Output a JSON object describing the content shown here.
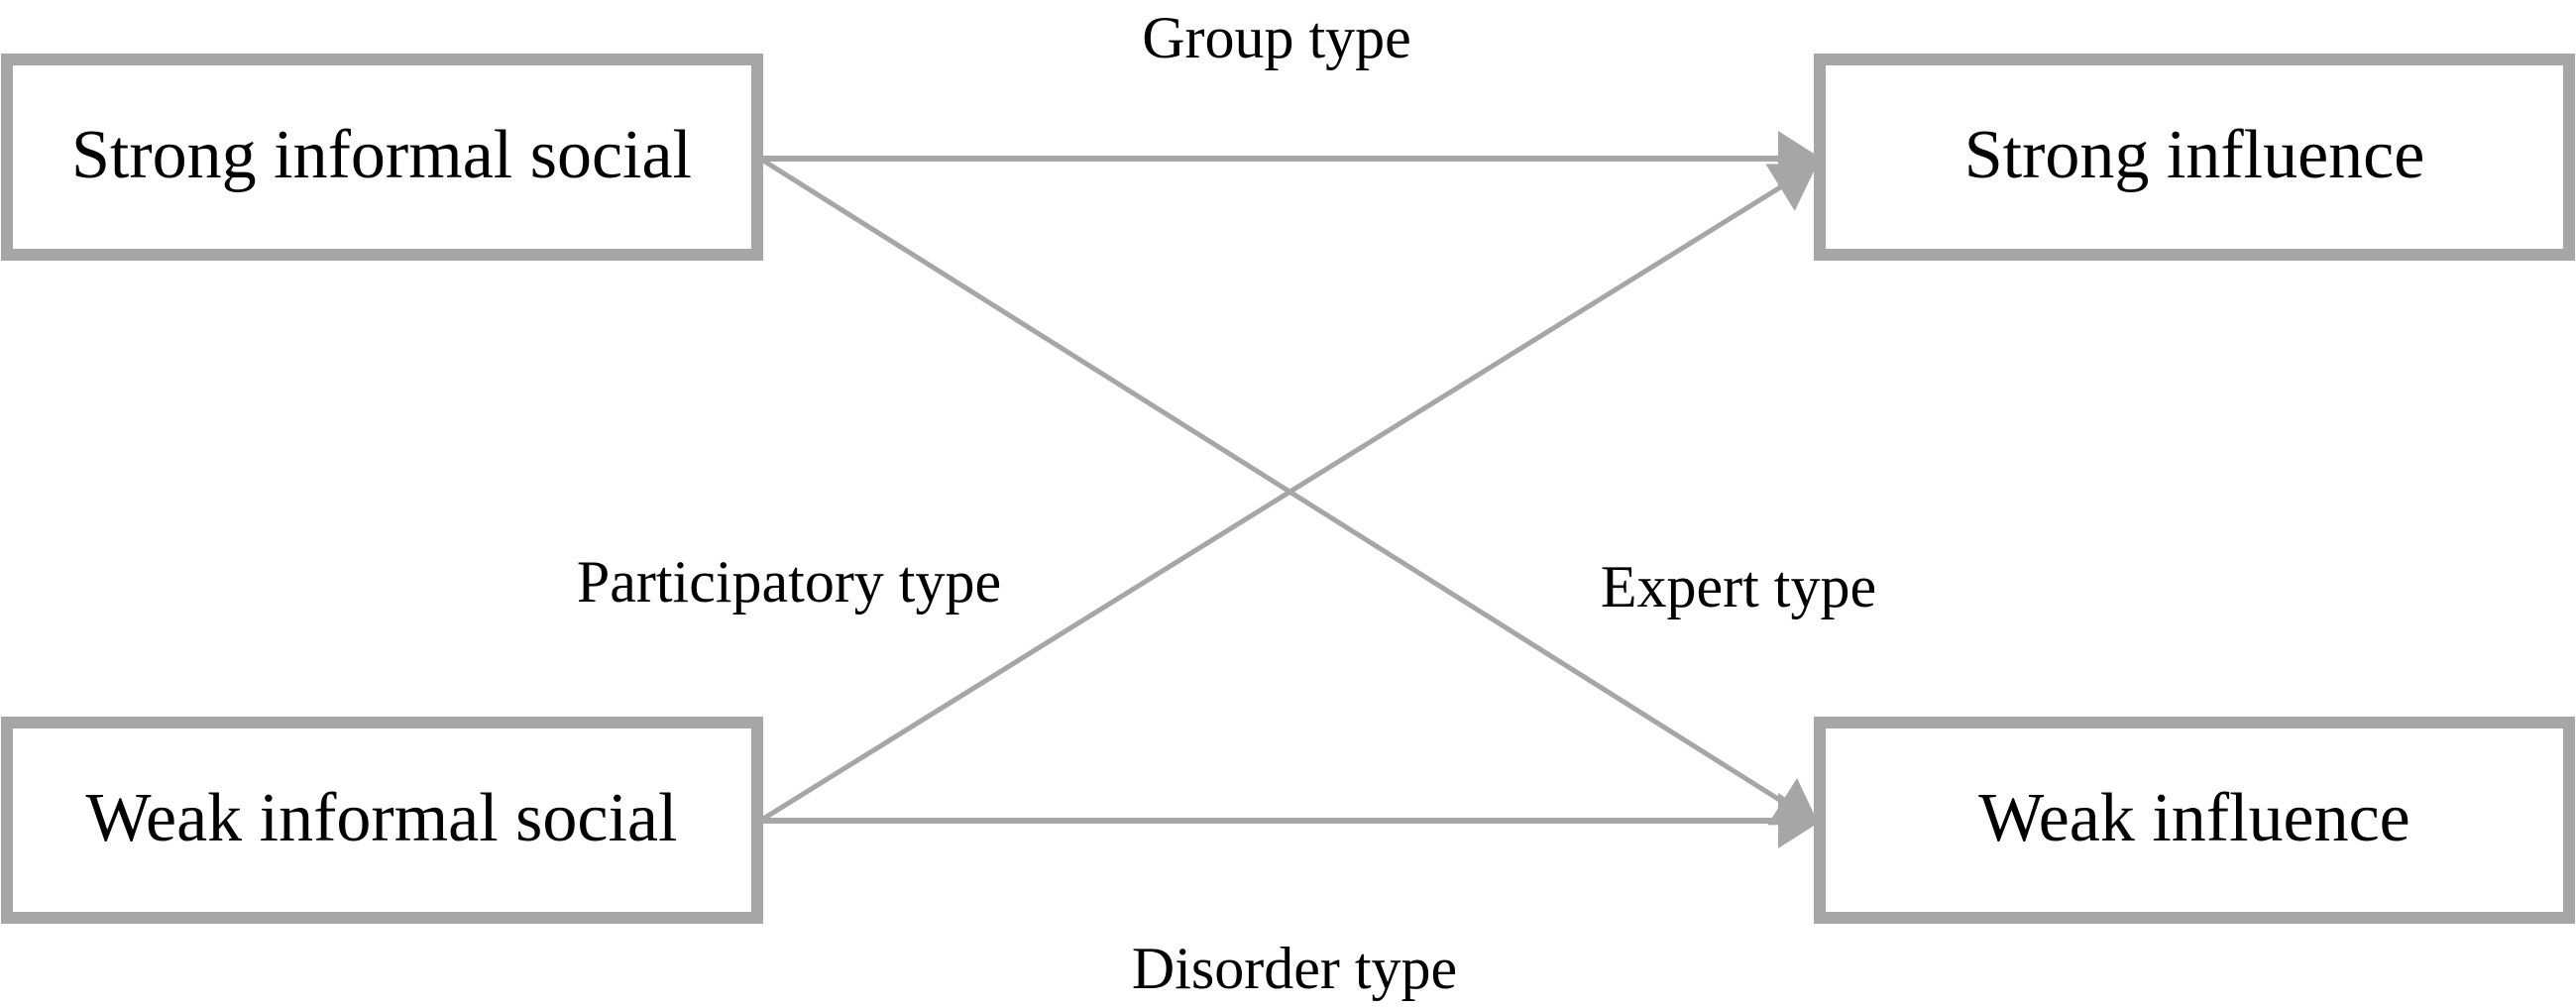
{
  "colors": {
    "box_border": "#a6a6a6",
    "arrow": "#a6a6a6",
    "text": "#000000",
    "background": "#ffffff"
  },
  "nodes": {
    "strong_informal_social": "Strong informal social",
    "weak_informal_social": "Weak informal social",
    "strong_influence": "Strong influence",
    "weak_influence": "Weak influence"
  },
  "edges": {
    "group_type": "Group type",
    "participatory_type": "Participatory type",
    "expert_type": "Expert type",
    "disorder_type": "Disorder type"
  }
}
